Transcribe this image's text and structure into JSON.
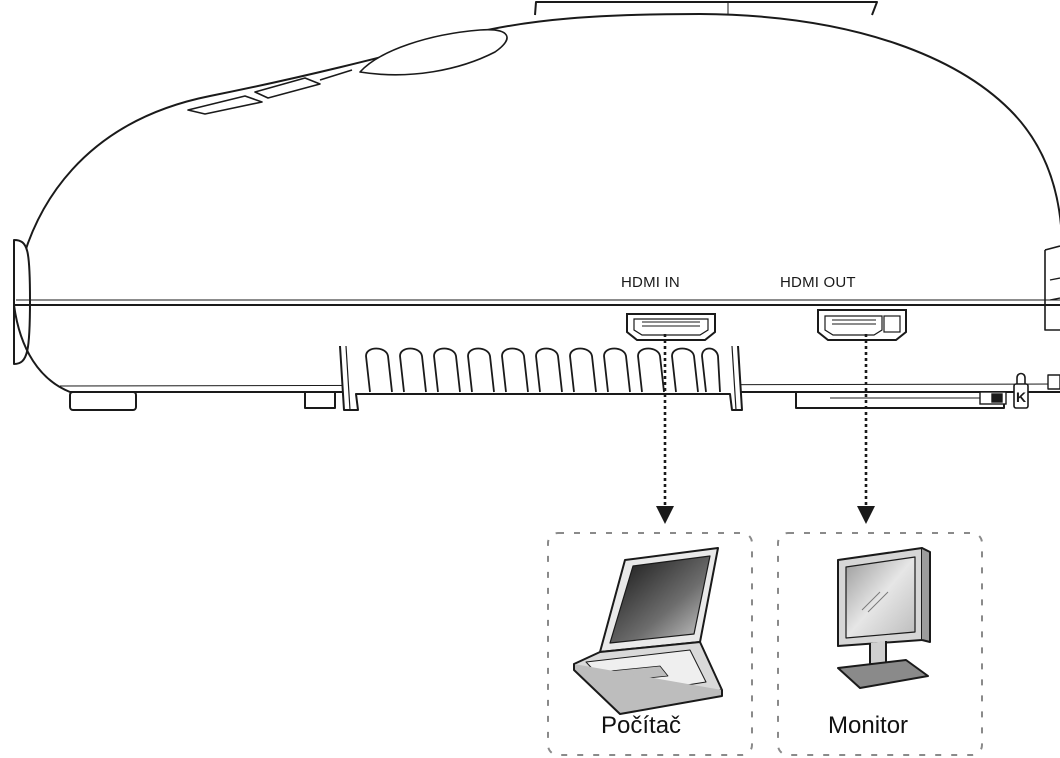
{
  "ports": {
    "hdmi_in": {
      "label": "HDMI IN"
    },
    "hdmi_out": {
      "label": "HDMI OUT"
    }
  },
  "targets": {
    "computer": {
      "label": "Počítač",
      "icon": "laptop-icon"
    },
    "monitor": {
      "label": "Monitor",
      "icon": "monitor-icon"
    }
  },
  "colors": {
    "line": "#1a1a1a",
    "dashed_box": "#8a8a8a",
    "screen_dark": "#2b2b2b",
    "grey": "#bdbdbd"
  }
}
